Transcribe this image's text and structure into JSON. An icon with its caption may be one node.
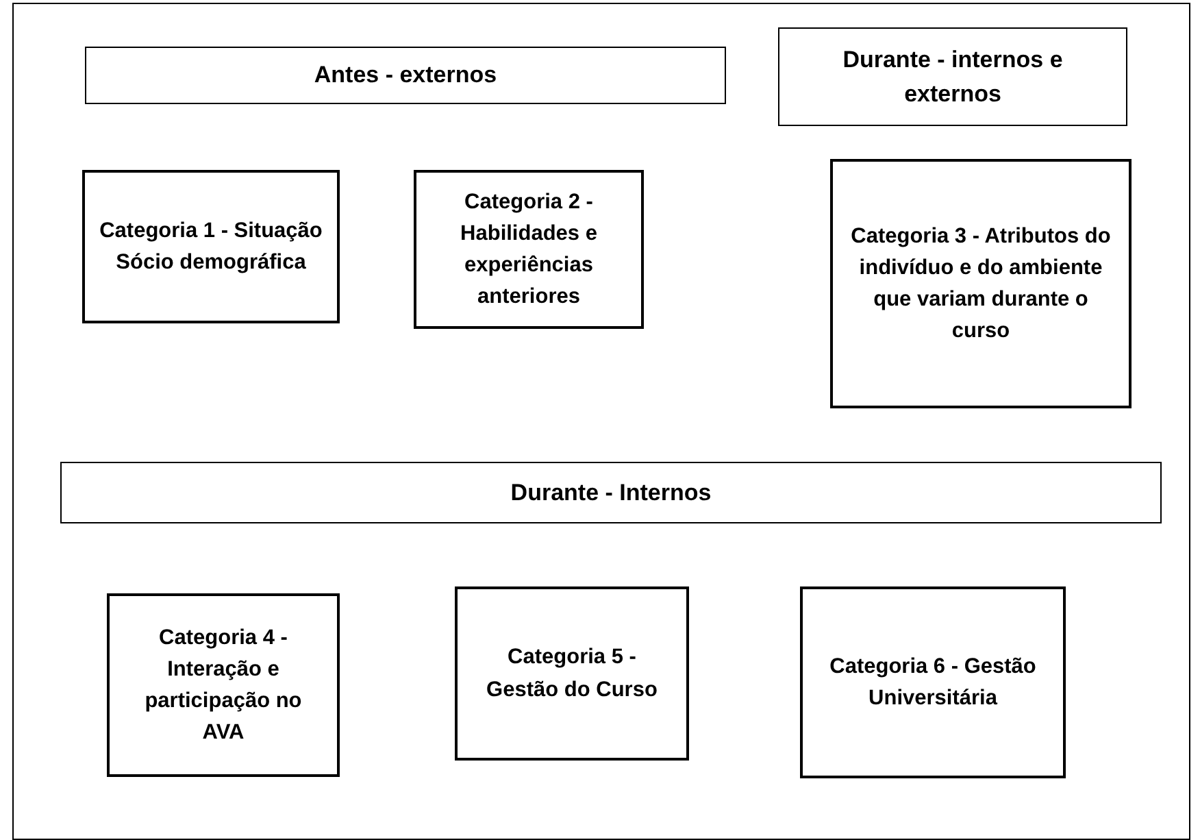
{
  "diagram": {
    "nodes": [
      {
        "text": [
          "Antes - externos"
        ]
      },
      {
        "text": [
          "Durante - internos e externos"
        ]
      },
      {
        "text": [
          "Categoria 1 - Situação Sócio demográfica"
        ]
      },
      {
        "text": [
          "Categoria 2 - Habilidades e experiências anteriores"
        ]
      },
      {
        "text": [
          "Categoria 3 - Atributos do indivíduo e do ambiente que variam durante o curso"
        ]
      },
      {
        "text": [
          "Durante - Internos"
        ]
      },
      {
        "text": [
          "Categoria 4 - Interação e participação no AVA"
        ]
      },
      {
        "text": [
          "Categoria 5 - Gestão do Curso"
        ]
      },
      {
        "text": [
          "Categoria 6 - Gestão Universitária"
        ]
      }
    ]
  }
}
